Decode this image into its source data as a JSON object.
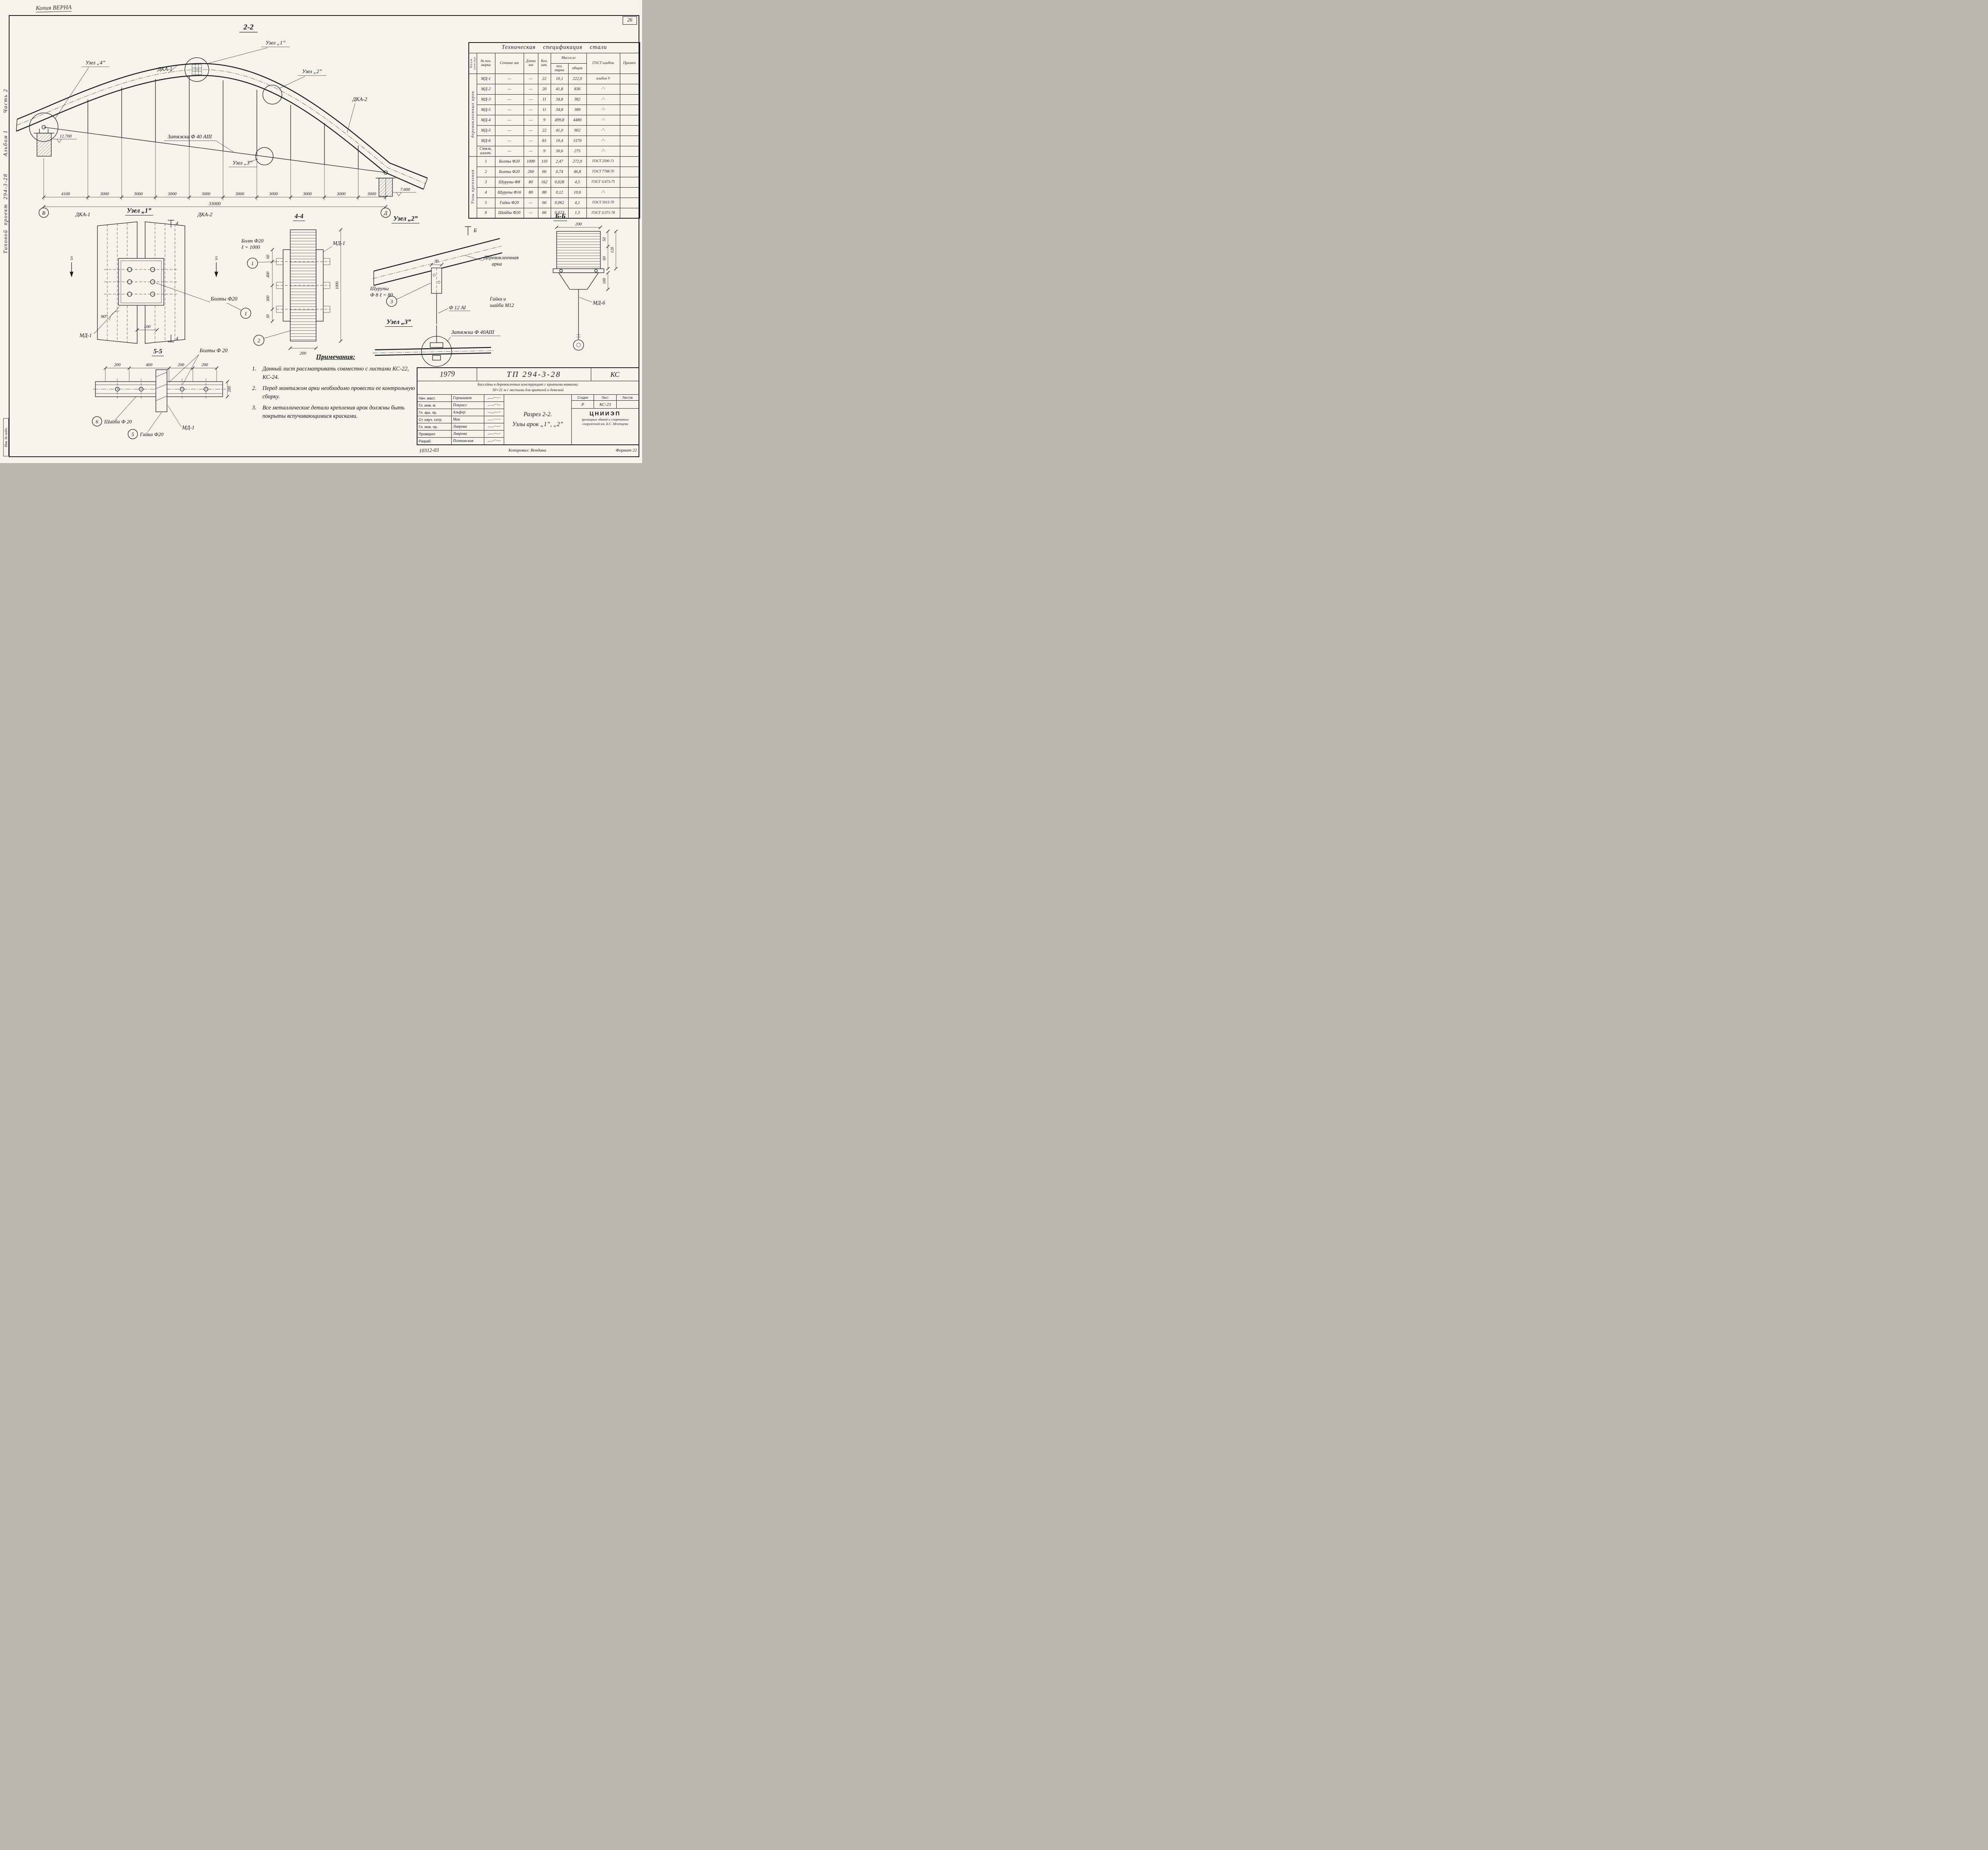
{
  "page": {
    "copy_stamp": "Копия ВЕРНА",
    "sheet_no": "26",
    "spine": "Типовой  проект  294-3-28        Альбом I        Часть 2",
    "inv": "Инв. № подл."
  },
  "sec22": {
    "title": "2-2",
    "uzel1": "Узел „1”",
    "uzel2": "Узел „2”",
    "uzel3": "Узел „3”",
    "uzel4": "Узел „4”",
    "dka1": "ДКА-1",
    "dka2": "ДКА-2",
    "tie": "Затяжка Ф 40 АIII",
    "elev_left": "12.700",
    "elev_right": "7.600",
    "axis_left": "В",
    "axis_right": "Д",
    "dims": [
      "4100",
      "3000",
      "3000",
      "3000",
      "3000",
      "3000",
      "3000",
      "3000",
      "3000",
      "3000"
    ],
    "total": "33000"
  },
  "spec": {
    "title": "Техническая спецификация стали",
    "h_name": "Наим. констр.",
    "h_pos": "№ поз. марка",
    "h_sect": "Сечение мм",
    "h_len": "Длина мм",
    "h_qty": "Кол. шт.",
    "h_mass": "Масса кг",
    "h_m1": "поз. марка",
    "h_m2": "общая",
    "h_gost": "ГОСТ альбом",
    "h_note": "Примеч.",
    "group1": "деревоклеенных арок",
    "group2": "Узлы крепления",
    "rows": [
      {
        "pos": "МД-1",
        "sect": "—",
        "len": "—",
        "qty": "22",
        "m1": "10,1",
        "m2": "222,0",
        "gost": "альбом V",
        "note": ""
      },
      {
        "pos": "МД-2",
        "sect": "—",
        "len": "—",
        "qty": "20",
        "m1": "41,8",
        "m2": "836",
        "gost": "-\"-",
        "note": ""
      },
      {
        "pos": "МД-3",
        "sect": "—",
        "len": "—",
        "qty": "11",
        "m1": "34,8",
        "m2": "382",
        "gost": "-\"-",
        "note": ""
      },
      {
        "pos": "МД-5",
        "sect": "—",
        "len": "—",
        "qty": "11",
        "m1": "34,8",
        "m2": "389",
        "gost": "-\"-",
        "note": ""
      },
      {
        "pos": "МД-4",
        "sect": "—",
        "len": "—",
        "qty": "9",
        "m1": "499,8",
        "m2": "4480",
        "gost": "-\"-",
        "note": ""
      },
      {
        "pos": "МД-5",
        "sect": "—",
        "len": "—",
        "qty": "22",
        "m1": "41,0",
        "m2": "902",
        "gost": "-\"-",
        "note": ""
      },
      {
        "pos": "МД-6",
        "sect": "—",
        "len": "—",
        "qty": "81",
        "m1": "19,4",
        "m2": "1570",
        "gost": "-\"-",
        "note": ""
      },
      {
        "pos": "Стяж. изгот.",
        "sect": "—",
        "len": "—",
        "qty": "9",
        "m1": "30,6",
        "m2": "275",
        "gost": "-\"-",
        "note": ""
      },
      {
        "pos": "1",
        "sect": "Болты Ф20",
        "len": "1000",
        "qty": "110",
        "m1": "2,47",
        "m2": "272,0",
        "gost": "ГОСТ 2590-71",
        "note": ""
      },
      {
        "pos": "2",
        "sect": "Болты Ф20",
        "len": "260",
        "qty": "66",
        "m1": "0,74",
        "m2": "46,8",
        "gost": "ГОСТ 7798-70",
        "note": ""
      },
      {
        "pos": "3",
        "sect": "Шурупы Ф8",
        "len": "80",
        "qty": "162",
        "m1": "0,028",
        "m2": "4,5",
        "gost": "ГОСТ 11473-75",
        "note": ""
      },
      {
        "pos": "4",
        "sect": "Шурупы Ф16",
        "len": "80",
        "qty": "88",
        "m1": "0,12",
        "m2": "10,6",
        "gost": "-\"-",
        "note": ""
      },
      {
        "pos": "5",
        "sect": "Гайки Ф20",
        "len": "—",
        "qty": "66",
        "m1": "0,062",
        "m2": "4,1",
        "gost": "ГОСТ 5915-70",
        "note": ""
      },
      {
        "pos": "6",
        "sect": "Шайбы Ф20",
        "len": "—",
        "qty": "66",
        "m1": "0,023",
        "m2": "1,5",
        "gost": "ГОСТ 11371-78",
        "note": ""
      }
    ]
  },
  "node1": {
    "title": "Узел „1”",
    "dka1": "ДКА-1",
    "dka2": "ДКА-2",
    "angle": "90°",
    "mark5": "5",
    "mark4": "4",
    "dim100": "100",
    "bolts": "Болты Ф20",
    "c1": "1",
    "md1": "МД-1"
  },
  "sec44": {
    "title": "4-4",
    "c1": "1",
    "bolt1": "Болт Ф20",
    "bolt2": "ℓ = 1000",
    "md1": "МД-1",
    "c2": "2",
    "d60": "60",
    "d400": "400",
    "d300": "300",
    "d30": "30",
    "d1000": "1000",
    "d200": "200"
  },
  "node2": {
    "title": "Узел „2”",
    "markB": "Б",
    "d90": "90",
    "c3": "3",
    "screws1": "Шурупы",
    "screws2": "Ф 8   ℓ = 80",
    "arch1": "Деревоклеенная",
    "arch2": "арка",
    "rod": "Ф 12 АI"
  },
  "node3": {
    "title": "Узел „3”",
    "tie": "Затяжка Ф 40АIII",
    "markB": "Б"
  },
  "secBB": {
    "title": "Б-Б",
    "d200": "200",
    "d50": "50",
    "d60": "60",
    "d120": "120",
    "d100": "100",
    "nut1": "Гайка и",
    "nut2": "шайба М12",
    "md6": "МД-6"
  },
  "sec55": {
    "title": "5-5",
    "dims": [
      "200",
      "400",
      "200",
      "200"
    ],
    "d200v": "200",
    "bolts": "Болты Ф 20",
    "washer": "Шайба Ф 20",
    "c6": "6",
    "nut": "Гайка Ф20",
    "c5": "5",
    "md1": "МД-1"
  },
  "notes": {
    "title": "Примечания:",
    "items": [
      {
        "n": "1.",
        "t": "Данный лист рассматривать совместно с листами КС-22, КС-24."
      },
      {
        "n": "2.",
        "t": "Перед монтажом арки необходимо провести ее контрольную сборку."
      },
      {
        "n": "3.",
        "t": "Все металлические детали крепления арок должны быть покрыты вспучивающимися красками."
      }
    ]
  },
  "tb": {
    "year": "1979",
    "doc": "ТП 294-3-28",
    "mark": "КС",
    "obj1": "Бассейны в деревоклееных конструкциях с крытыми ваннами:",
    "obj2": "50×21 м с местами для зрителей и детской",
    "roles": [
      {
        "r": "Нач. маст.",
        "n": "Горлышков"
      },
      {
        "r": "Гл. инж. м.",
        "n": "Покрасс"
      },
      {
        "r": "Гл. арх. пр.",
        "n": "Альфер"
      },
      {
        "r": "Ст. науч. сотр.",
        "n": "Мак"
      },
      {
        "r": "Гл. инж. пр.",
        "n": "Лаврова"
      },
      {
        "r": "Проверил",
        "n": "Лаврова"
      },
      {
        "r": "Разраб.",
        "n": "Полтавская"
      }
    ],
    "title1": "Разрез 2-2.",
    "title2": "Узлы арок „1”, „2”",
    "h_stage": "Стадия",
    "h_sheet": "Лист",
    "h_sheets": "Листов",
    "stage": "Р",
    "sheet": "КС-23",
    "org1": "ЦНИИЭП",
    "org2": "зрелищных зданий и спортивных сооружений им. Б.С. Мезенцева",
    "note_left": "10312-03",
    "copied": "Копировал: Вендина",
    "format": "Формат 22"
  }
}
